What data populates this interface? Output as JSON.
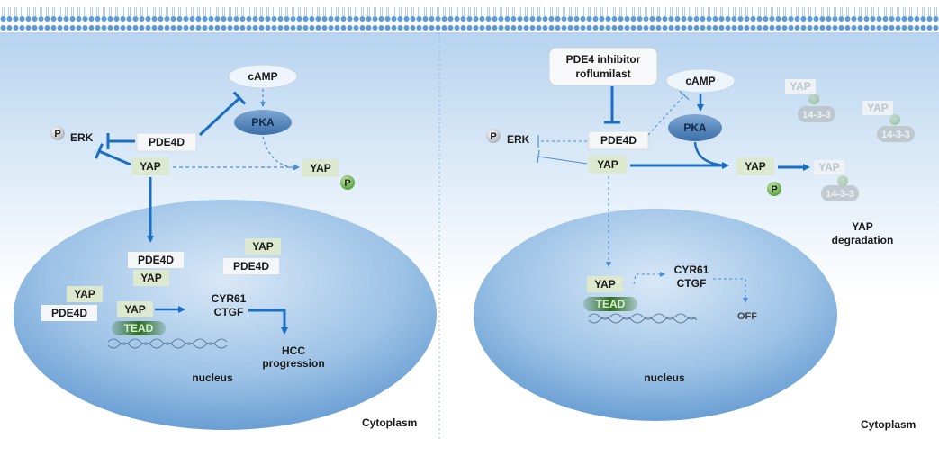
{
  "left": {
    "camp": "cAMP",
    "pka": "PKA",
    "erk": "ERK",
    "pde4d": "PDE4D",
    "yap": "YAP",
    "yap_p": "YAP",
    "p": "P",
    "nucleus_items": {
      "pde4d_a": "PDE4D",
      "yap_a": "YAP",
      "yap_b": "YAP",
      "pde4d_b": "PDE4D",
      "yap_c": "YAP",
      "pde4d_c": "PDE4D",
      "yap_tead": "YAP",
      "tead": "TEAD",
      "target_1": "CYR61",
      "target_2": "CTGF",
      "outcome_1": "HCC",
      "outcome_2": "progression",
      "nucleus": "nucleus"
    },
    "cytoplasm": "Cytoplasm"
  },
  "right": {
    "inhibitor_1": "PDE4 inhibitor",
    "inhibitor_2": "roflumilast",
    "camp": "cAMP",
    "pka": "PKA",
    "erk": "ERK",
    "pde4d": "PDE4D",
    "yap": "YAP",
    "yap_p": "YAP",
    "yap_faded": "YAP",
    "p": "P",
    "complex_label": "14-3-3",
    "degradation_1": "YAP",
    "degradation_2": "degradation",
    "nucleus_items": {
      "yap": "YAP",
      "tead": "TEAD",
      "target_1": "CYR61",
      "target_2": "CTGF",
      "off": "OFF",
      "nucleus": "nucleus"
    },
    "cytoplasm": "Cytoplasm"
  },
  "colors": {
    "arrow": "#1a6fc4",
    "phospho": "#6db04a",
    "box": "#dde9cf"
  }
}
